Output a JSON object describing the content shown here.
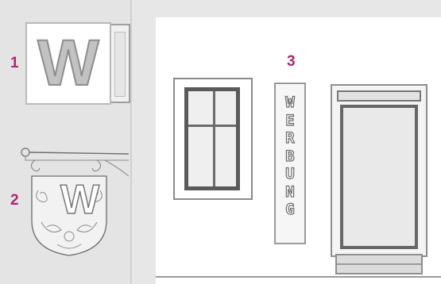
{
  "markers": {
    "one": "1",
    "two": "2",
    "three": "3"
  },
  "signs": {
    "flat_letter": "W",
    "hanging_letter": "W",
    "vertical_letters": [
      "W",
      "E",
      "R",
      "B",
      "U",
      "N",
      "G"
    ]
  }
}
